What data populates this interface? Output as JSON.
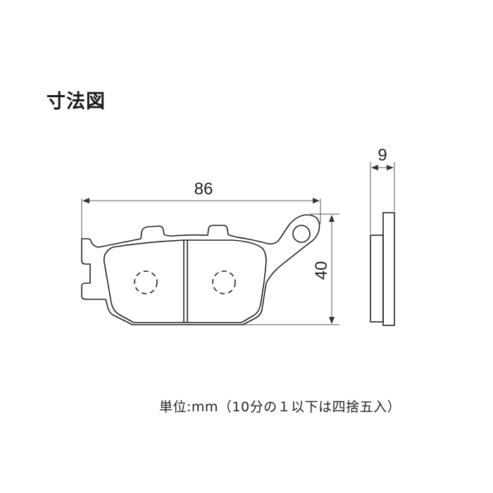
{
  "title": "寸法図",
  "dimensions": {
    "width_label": "86",
    "height_label": "40",
    "thickness_label": "9"
  },
  "footnote": "単位:mm（10分の１以下は四捨五入）",
  "colors": {
    "line": "#222222",
    "dim_line": "#555555",
    "background": "#ffffff"
  }
}
